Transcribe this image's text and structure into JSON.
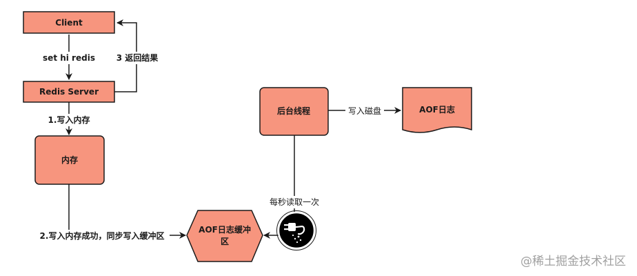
{
  "nodes": {
    "client": "Client",
    "redis_server": "Redis Server",
    "memory": "内存",
    "aof_buffer_line1": "AOF日志缓冲",
    "aof_buffer_line2": "区",
    "background_thread": "后台线程",
    "aof_log": "AOF日志"
  },
  "edges": {
    "set_command": "set hi redis",
    "return_result": "3 返回结果",
    "write_memory": "1.写入内存",
    "write_buffer": "2.写入内存成功，同步写入缓冲区",
    "write_disk": "写入磁盘",
    "read_per_second": "每秒读取一次"
  },
  "watermark": "@稀土掘金技术社区",
  "colors": {
    "node_fill": "#f7957e",
    "stroke": "#1a1a1a",
    "timer_fill": "#000000"
  },
  "icons": {
    "timer": "plug-timer-icon"
  }
}
